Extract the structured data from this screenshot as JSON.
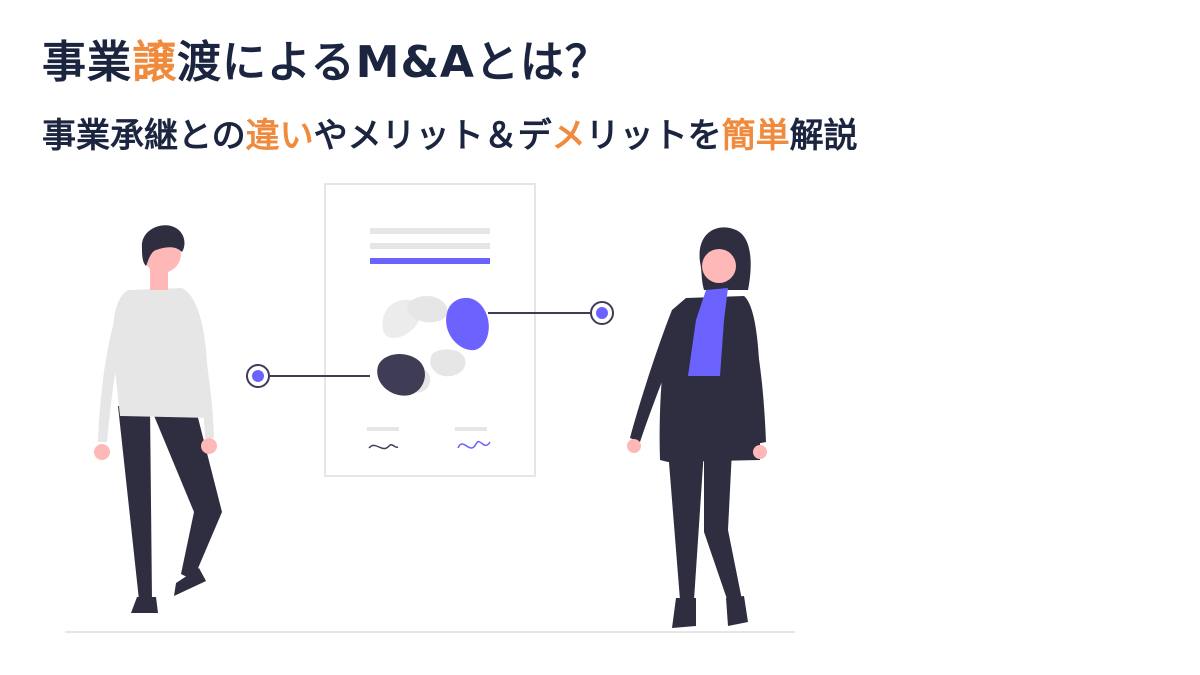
{
  "headline": {
    "title": {
      "part1": "事業",
      "accent1": "譲",
      "part2": "渡によるM&Aとは？"
    },
    "subtitle": {
      "part1": "事業承継との",
      "accent1": "違い",
      "part2": "やメリット＆デ",
      "accent2": "メ",
      "part3": "リットを",
      "accent3": "簡単",
      "part4": "解説"
    }
  },
  "colors": {
    "text": "#1c2540",
    "accent": "#f08a3c",
    "illustration_primary": "#6c63ff",
    "illustration_dark": "#2f2e41",
    "illustration_light": "#e6e6e6"
  },
  "illustration": {
    "name": "two-people-with-document-chart",
    "icons": [
      "man-figure",
      "woman-figure",
      "document-panel",
      "donut-chart",
      "signature-icon"
    ]
  }
}
